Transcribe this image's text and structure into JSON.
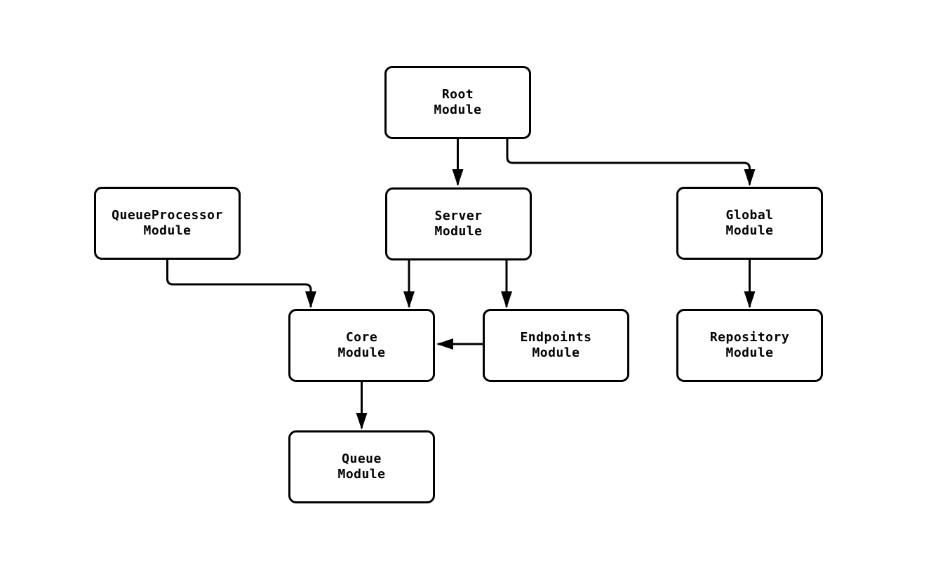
{
  "diagram": {
    "type": "flowchart",
    "background_color": "#ffffff",
    "node_fill_color": "#ffffff",
    "node_border_color": "#000000",
    "edge_color": "#000000",
    "text_color": "#000000",
    "nodes": [
      {
        "id": "root",
        "label": "Root\nModule"
      },
      {
        "id": "server",
        "label": "Server\nModule"
      },
      {
        "id": "global",
        "label": "Global\nModule"
      },
      {
        "id": "queue_processor",
        "label": "QueueProcessor\nModule"
      },
      {
        "id": "core",
        "label": "Core\nModule"
      },
      {
        "id": "endpoints",
        "label": "Endpoints\nModule"
      },
      {
        "id": "repository",
        "label": "Repository\nModule"
      },
      {
        "id": "queue",
        "label": "Queue\nModule"
      }
    ],
    "edges": [
      {
        "from": "root",
        "to": "server"
      },
      {
        "from": "root",
        "to": "global"
      },
      {
        "from": "queue_processor",
        "to": "core"
      },
      {
        "from": "server",
        "to": "core"
      },
      {
        "from": "server",
        "to": "endpoints"
      },
      {
        "from": "endpoints",
        "to": "core"
      },
      {
        "from": "global",
        "to": "repository"
      },
      {
        "from": "core",
        "to": "queue"
      }
    ]
  }
}
